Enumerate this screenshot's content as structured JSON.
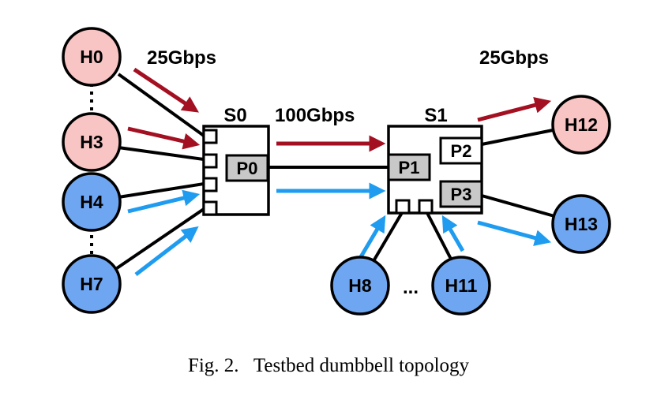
{
  "colors": {
    "red_host_fill": "#f8c4c4",
    "blue_host_fill": "#6fa6f2",
    "red_arrow": "#a31021",
    "blue_arrow": "#1f9cf0",
    "grey_port_fill": "#c8c8c8"
  },
  "hosts": {
    "h0": "H0",
    "h3": "H3",
    "h4": "H4",
    "h7": "H7",
    "h8": "H8",
    "h11": "H11",
    "h12": "H12",
    "h13": "H13"
  },
  "switches": {
    "s0": "S0",
    "s1": "S1"
  },
  "ports": {
    "p0": "P0",
    "p1": "P1",
    "p2": "P2",
    "p3": "P3"
  },
  "rates": {
    "left": "25Gbps",
    "middle": "100Gbps",
    "right": "25Gbps"
  },
  "ellipsis": "...",
  "caption": "Fig. 2.   Testbed dumbbell topology"
}
